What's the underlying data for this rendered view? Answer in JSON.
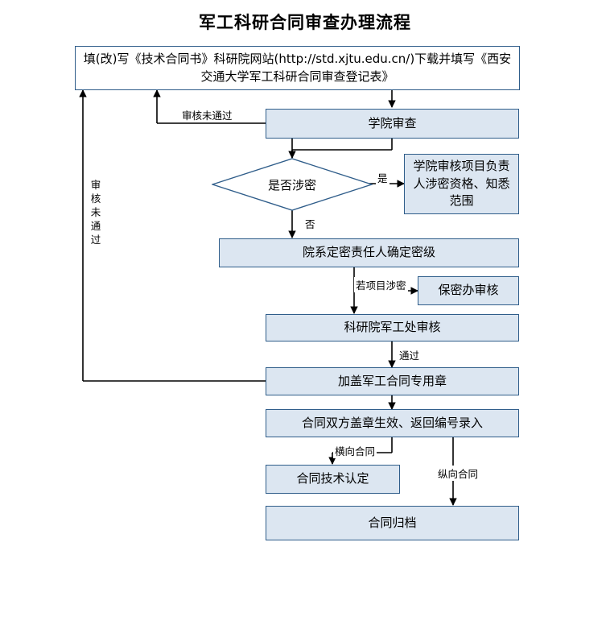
{
  "diagram": {
    "title": "军工科研合同审查办理流程",
    "type": "flowchart",
    "colors": {
      "box_fill": "#dce6f1",
      "box_stroke": "#2f5d8a",
      "line": "#000000",
      "background": "#ffffff"
    },
    "nodes": [
      {
        "id": "n1",
        "shape": "rect",
        "fill": "white",
        "text": "填(改)写《技术合同书》科研院网站(http://std.xjtu.edu.cn/)下载并填写《西安交通大学军工科研合同审查登记表》"
      },
      {
        "id": "n2",
        "shape": "rect",
        "fill": "blue",
        "text": "学院审查"
      },
      {
        "id": "n3",
        "shape": "diamond",
        "fill": "white",
        "text": "是否涉密"
      },
      {
        "id": "n4",
        "shape": "rect",
        "fill": "blue",
        "text": "学院审核项目负责人涉密资格、知悉范围"
      },
      {
        "id": "n5",
        "shape": "rect",
        "fill": "blue",
        "text": "院系定密责任人确定密级"
      },
      {
        "id": "n6",
        "shape": "rect",
        "fill": "blue",
        "text": "保密办审核"
      },
      {
        "id": "n7",
        "shape": "rect",
        "fill": "blue",
        "text": "科研院军工处审核"
      },
      {
        "id": "n8",
        "shape": "rect",
        "fill": "blue",
        "text": "加盖军工合同专用章"
      },
      {
        "id": "n9",
        "shape": "rect",
        "fill": "blue",
        "text": "合同双方盖章生效、返回编号录入"
      },
      {
        "id": "n10",
        "shape": "rect",
        "fill": "blue",
        "text": "合同技术认定"
      },
      {
        "id": "n11",
        "shape": "rect",
        "fill": "blue",
        "text": "合同归档"
      }
    ],
    "edge_labels": {
      "review_failed": "审核未通过",
      "review_failed_vertical": "审核未通过",
      "yes": "是",
      "no": "否",
      "if_secret": "若项目涉密",
      "passed": "通过",
      "horizontal_contract": "横向合同",
      "vertical_contract": "纵向合同"
    }
  }
}
